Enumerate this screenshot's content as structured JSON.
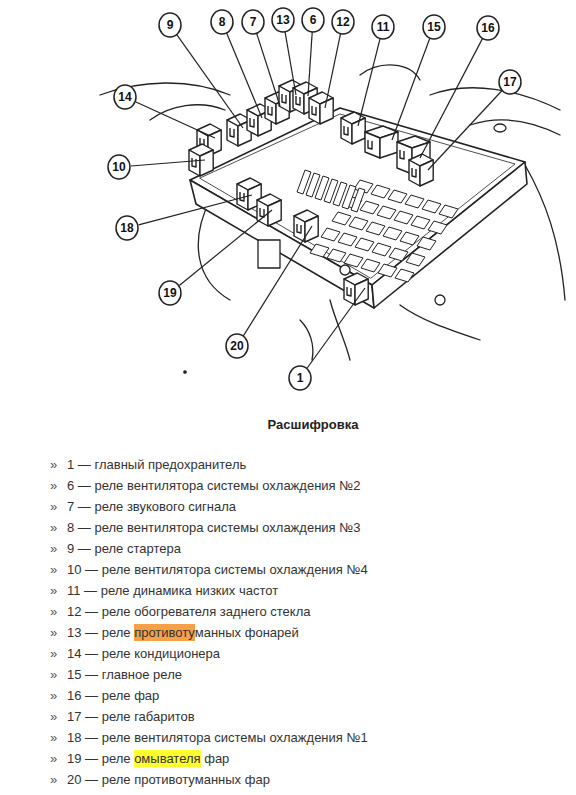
{
  "diagram": {
    "title": "Расшифровка",
    "labels": [
      "9",
      "8",
      "7",
      "13",
      "6",
      "12",
      "11",
      "15",
      "16",
      "14",
      "10",
      "17",
      "18",
      "19",
      "20",
      "1",
      "»",
      "1 — главный предохранитель",
      "»",
      "6 — реле вентилятора системы охлаждения №2",
      "»",
      "7 — реле звукового сигнала",
      "»",
      "8 — реле вентилятора системы охлаждения №3",
      "»",
      "9 — реле стартера",
      "»",
      "10 — реле вентилятора системы охлаждения №4",
      "»",
      "11 — реле динамика низких частот",
      "»",
      "12 — реле обогревателя заднего стекла",
      "»",
      "13 — реле противотуманных фонарей",
      "»",
      "14 — реле кондиционера",
      "»",
      "15 — главное реле",
      "»",
      "16 — реле фар",
      "»",
      "17 — реле габаритов",
      "»",
      "18 — реле вентилятора системы охлаждения №1",
      "»",
      "19 — реле омывателя фар",
      "»",
      "20 — реле противотуманных фар"
    ]
  }
}
